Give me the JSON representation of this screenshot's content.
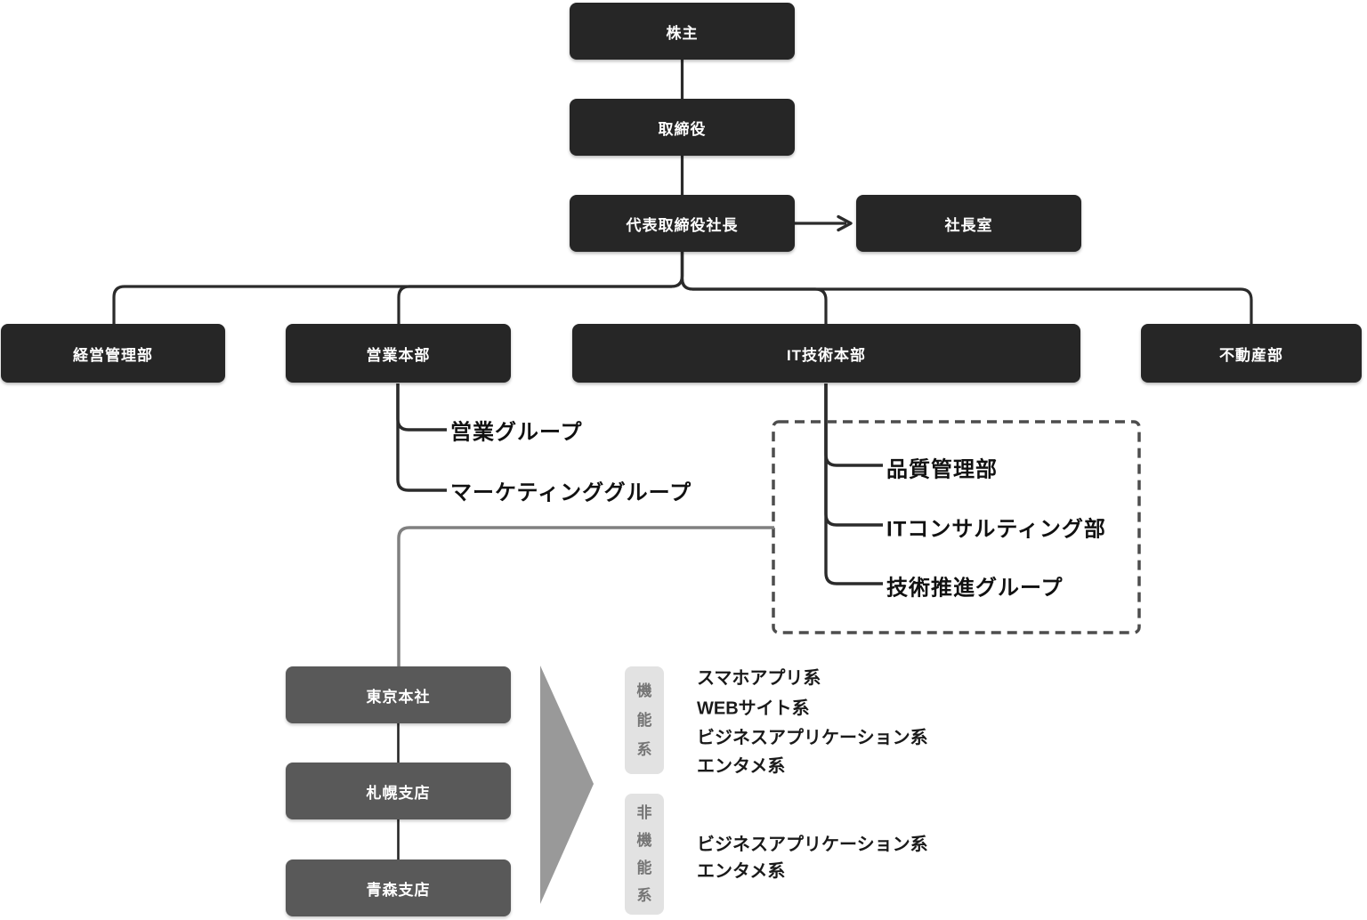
{
  "diagram": {
    "nodes": {
      "shareholders": "株主",
      "board": "取締役",
      "president": "代表取締役社長",
      "president_office": "社長室",
      "dept_admin": "経営管理部",
      "dept_sales": "営業本部",
      "dept_it": "IT技術本部",
      "dept_realestate": "不動産部"
    },
    "sales_groups": [
      "営業グループ",
      "マーケティンググループ"
    ],
    "it_groups": [
      "品質管理部",
      "ITコンサルティング部",
      "技術推進グループ"
    ],
    "locations": [
      "東京本社",
      "札幌支店",
      "青森支店"
    ],
    "category_groups": [
      {
        "label": "機能系",
        "items": [
          "スマホアプリ系",
          "WEBサイト系",
          "ビジネスアプリケーション系",
          "エンタメ系"
        ]
      },
      {
        "label": "非機能系",
        "items": [
          "ビジネスアプリケーション系",
          "エンタメ系"
        ]
      }
    ],
    "colors": {
      "node_dark": "#262626",
      "node_gray": "#595959",
      "node_text": "#ffffff",
      "connector": "#2b2b2b",
      "connector_gray": "#808080",
      "triangle": "#999999",
      "pill_bg": "#e2e2e2",
      "pill_text": "#757575",
      "label_text": "#1a1a1a",
      "dashed_border": "#4d4d4d",
      "background": "#ffffff"
    }
  }
}
